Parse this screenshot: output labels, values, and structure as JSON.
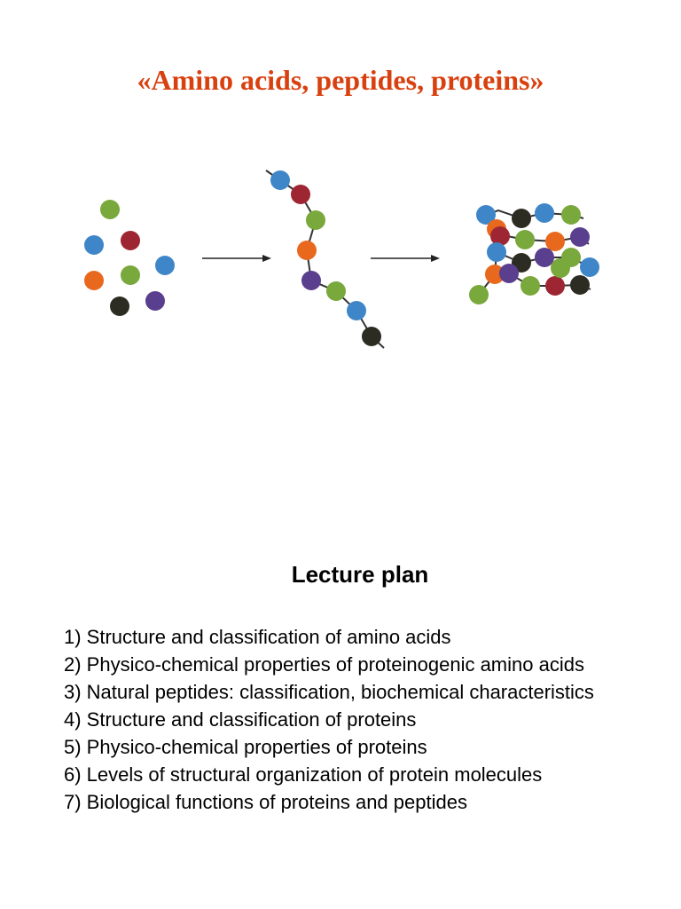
{
  "title": "«Amino acids, peptides, proteins»",
  "plan_heading": "Lecture plan",
  "plan_items": [
    "1) Structure and classification of amino acids",
    "2) Physico-chemical properties of proteinogenic amino acids",
    "3) Natural peptides: classification, biochemical characteristics",
    "4) Structure and classification of proteins",
    "5) Physico-chemical properties of proteins",
    "6) Levels of structural organization of protein molecules",
    "7) Biological functions of proteins and peptides"
  ],
  "colors": {
    "title": "#d9400f",
    "blue": "#3f86c9",
    "red": "#9e2633",
    "green": "#79a83c",
    "orange": "#e8691e",
    "purple": "#5a3f8e",
    "black": "#2c2c22"
  },
  "figure": {
    "icons": [
      "free-amino-acids-icon",
      "peptide-chain-icon",
      "folded-protein-icon",
      "arrow-right-icon"
    ]
  }
}
